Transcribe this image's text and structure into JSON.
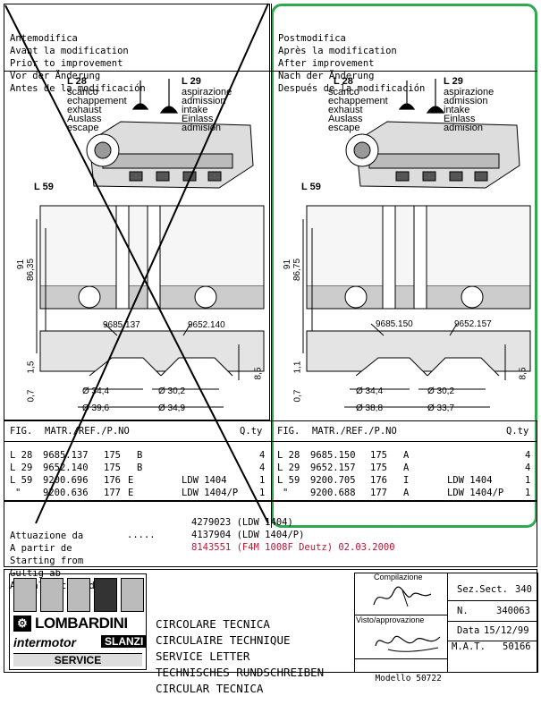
{
  "header": {
    "left": [
      "Antemodifica",
      "Avant la modification",
      "Prior to improvement",
      "Vor der Änderung",
      "Antes de la modificación"
    ],
    "right": [
      "Postmodifica",
      "Après la modification",
      "After improvement",
      "Nach der Änderung",
      "Después de la modificación"
    ]
  },
  "drawing": {
    "left": {
      "l28_code": "L 28",
      "l28_text": [
        "scarico",
        "echappement",
        "exhaust",
        "Auslass",
        "escape"
      ],
      "l29_code": "L 29",
      "l29_text": [
        "aspirazione",
        "admission",
        "intake",
        "Einlass",
        "admision"
      ],
      "l59": "L 59",
      "h_total": "91",
      "h_inner": "86,35",
      "ref_a": "9685.137",
      "ref_b": "9652.140",
      "rec_a": "1,5",
      "rec_b": "0,7",
      "right_dim": "8,5",
      "d1": "Ø 34,4",
      "d2": "Ø 30,2",
      "d3": "Ø 39,6",
      "d4": "Ø 34,9"
    },
    "right": {
      "l28_code": "L 28",
      "l28_text": [
        "scarico",
        "echappement",
        "exhaust",
        "Auslass",
        "escape"
      ],
      "l29_code": "L 29",
      "l29_text": [
        "aspirazione",
        "admission",
        "intake",
        "Einlass",
        "admision"
      ],
      "l59": "L 59",
      "h_total": "91",
      "h_inner": "86,75",
      "ref_a": "9685.150",
      "ref_b": "9652.157",
      "rec_a": "1,1",
      "rec_b": "0,7",
      "right_dim": "8,5",
      "d1": "Ø 34,4",
      "d2": "Ø 30,2",
      "d3": "Ø 38,8",
      "d4": "Ø 33,7"
    }
  },
  "table": {
    "headers": {
      "fig": "FIG.",
      "matr": "MATR./REF./P.NO",
      "qty": "Q.ty"
    },
    "left_rows": [
      {
        "fig": "L 28",
        "code": "9685.137",
        "n": "175",
        "x": "B",
        "model": "",
        "qty": "4"
      },
      {
        "fig": "L 29",
        "code": "9652.140",
        "n": "175",
        "x": "B",
        "model": "",
        "qty": "4"
      },
      {
        "fig": "L 59",
        "code": "9200.696",
        "n": "176",
        "x": "E",
        "model": "LDW 1404",
        "qty": "1"
      },
      {
        "fig": "\"",
        "code": "9200.636",
        "n": "177",
        "x": "E",
        "model": "LDW 1404/P",
        "qty": "1"
      }
    ],
    "right_rows": [
      {
        "fig": "L 28",
        "code": "9685.150",
        "n": "175",
        "x": "A",
        "model": "",
        "qty": "4"
      },
      {
        "fig": "L 29",
        "code": "9652.157",
        "n": "175",
        "x": "A",
        "model": "",
        "qty": "4"
      },
      {
        "fig": "L 59",
        "code": "9200.705",
        "n": "176",
        "x": "I",
        "model": "LDW 1404",
        "qty": "1"
      },
      {
        "fig": "\"",
        "code": "9200.688",
        "n": "177",
        "x": "A",
        "model": "LDW 1404/P",
        "qty": "1"
      }
    ]
  },
  "attuazione": {
    "labels": [
      "Attuazione da",
      "A partir de",
      "Starting from",
      "Gültig ab",
      "Actualización desde"
    ],
    "dots": ".....",
    "v1": "4279023 (LDW 1404)",
    "v2": "4137904 (LDW 1404/P)",
    "v3": "8143551 (F4M 1008F Deutz) 02.03.2000"
  },
  "footer": {
    "brand": "LOMBARDINI",
    "sub_left": "intermotor",
    "sub_right": "SLANZI",
    "service": "SERVICE",
    "titles": [
      "CIRCOLARE TECNICA",
      "CIRCULAIRE TECHNIQUE",
      "SERVICE LETTER",
      "TECHNISCHES RUNDSCHREIBEN",
      "CIRCULAR TECNICA"
    ],
    "compilazione": "Compilazione",
    "visto": "Visto/approvazione",
    "sez_label": "Sez.Sect.",
    "sez_value": "340",
    "n_label": "N.",
    "n_value": "340063",
    "data_label": "Data",
    "data_value": "15/12/99",
    "mat_label": "M.A.T.",
    "mat_value": "50166",
    "modello_label": "Modello",
    "modello_value": "50722"
  },
  "colors": {
    "highlight": "#2fa84f",
    "red": "#c8102e"
  }
}
